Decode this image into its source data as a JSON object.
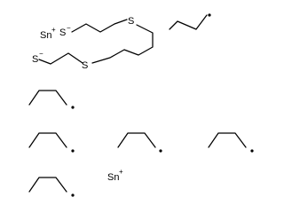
{
  "molecule": {
    "tin_cation_1": {
      "symbol": "Sn",
      "charge": "+"
    },
    "tin_cation_2": {
      "symbol": "Sn",
      "charge": "+"
    },
    "thiolate_1": {
      "symbol": "S",
      "charge": "−"
    },
    "thiolate_2": {
      "symbol": "S",
      "charge": "−"
    },
    "thioether_1": {
      "symbol": "S"
    },
    "thioether_2": {
      "symbol": "S"
    }
  }
}
